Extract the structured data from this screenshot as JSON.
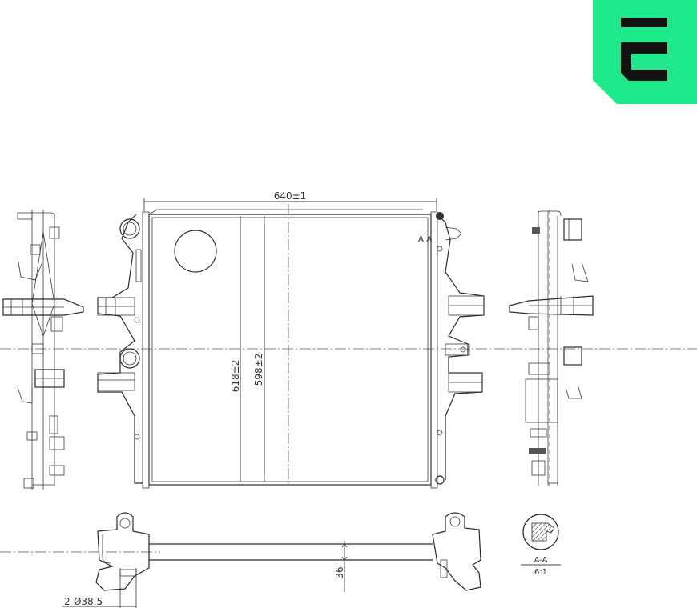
{
  "logo": {
    "letter": "E",
    "color": "#1de88a",
    "glyph_color": "#111111"
  },
  "dimensions": {
    "width": "640±1",
    "height_outer": "618±2",
    "height_inner": "598±2",
    "thickness": "36",
    "outlet_diameter": "2-Ø38.5"
  },
  "section": {
    "marker": "A|A",
    "title": "A-A",
    "scale": "6:1"
  },
  "colors": {
    "line": "#2a2a2a",
    "accent": "#1de88a"
  }
}
